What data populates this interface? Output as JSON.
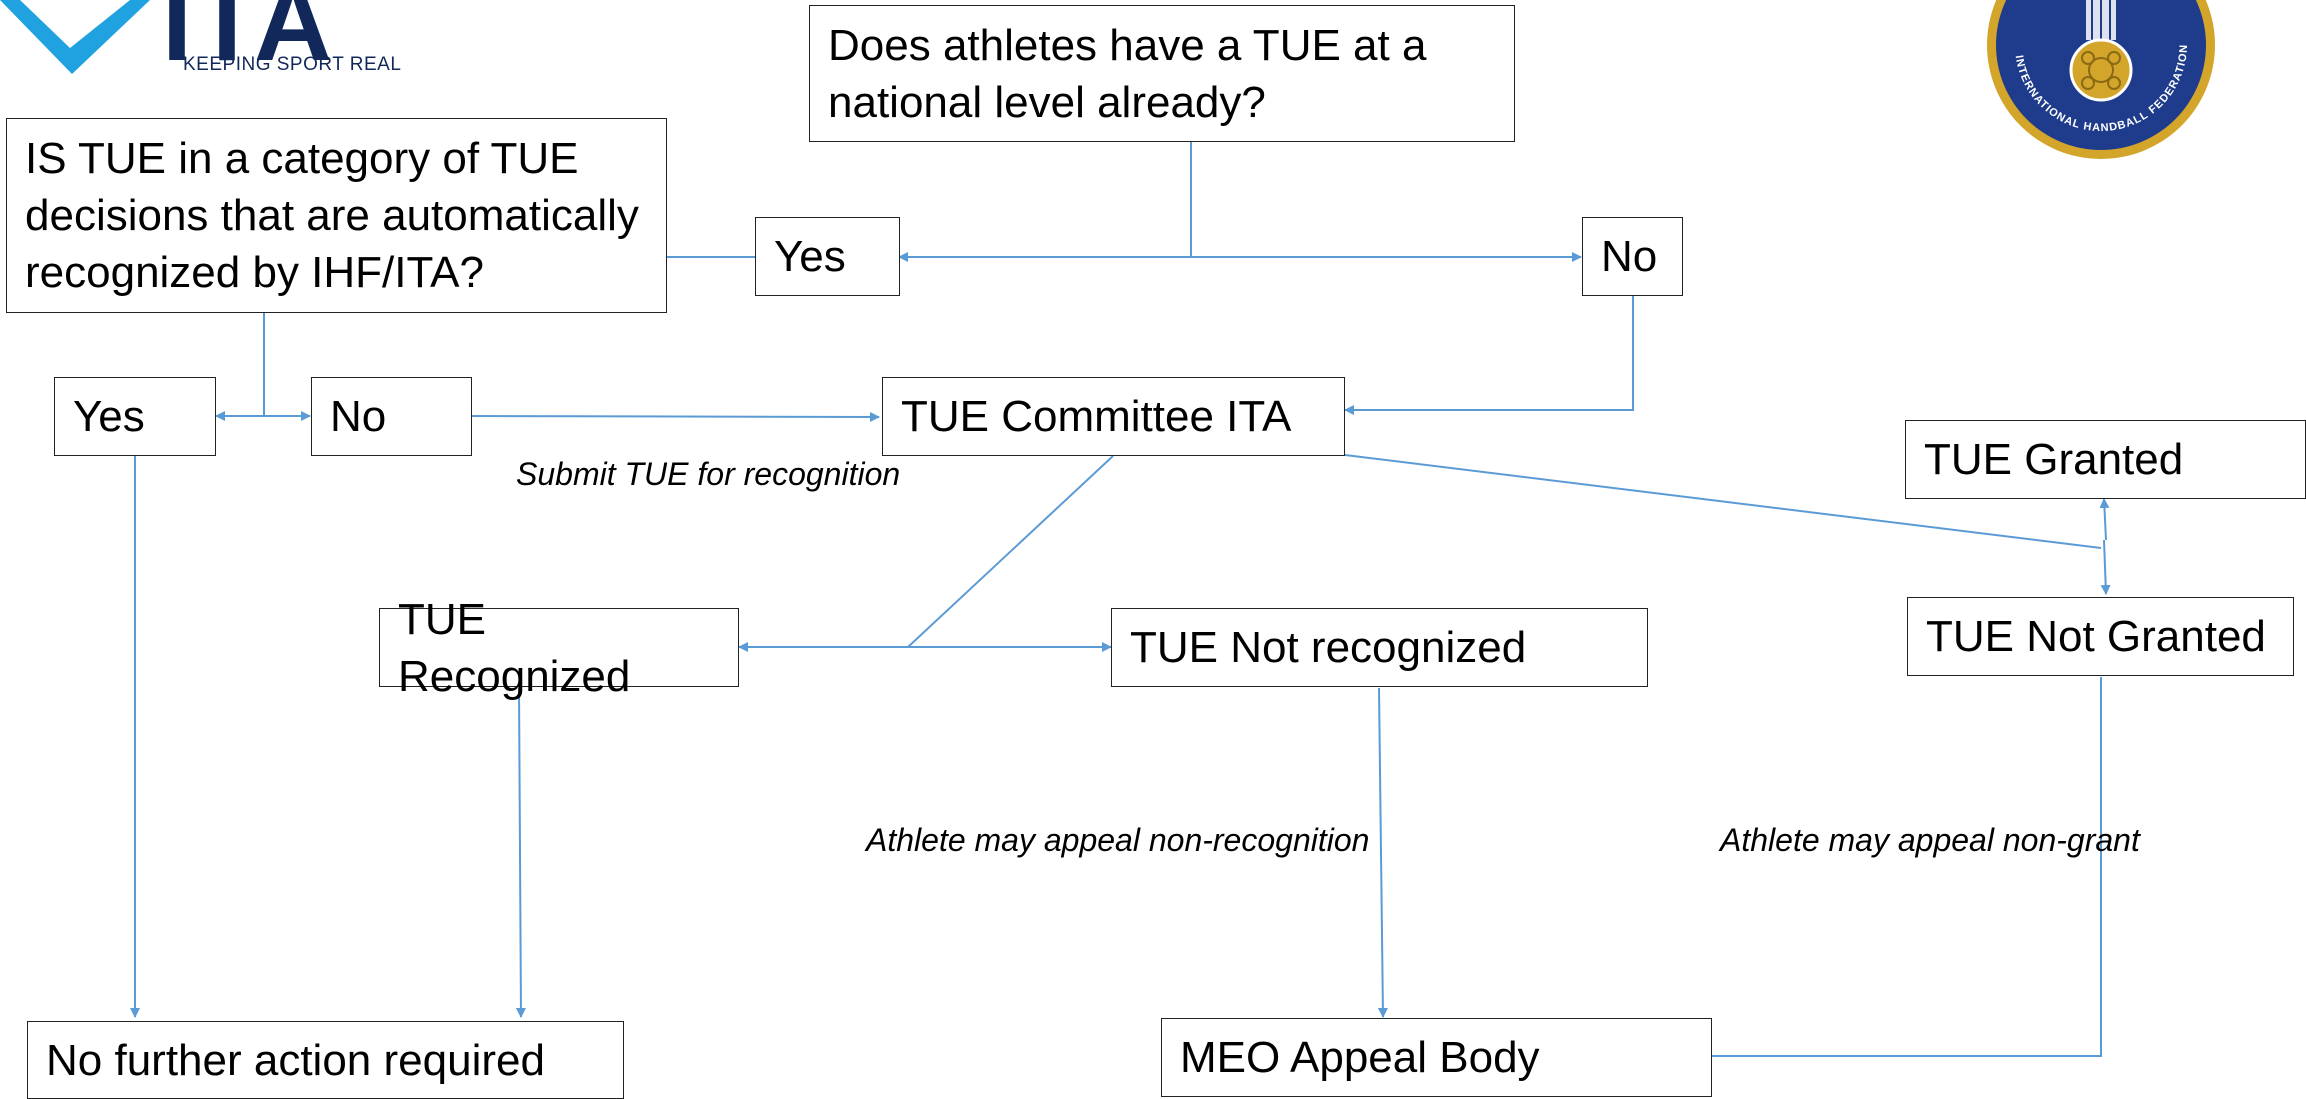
{
  "logos": {
    "ita": {
      "word": "ITA",
      "tagline": "KEEPING SPORT REAL",
      "color": "#12285a",
      "check_color": "#1fa2df"
    },
    "ihf": {
      "ring_text": "INTERNATIONAL HANDBALL FEDERATION",
      "field_color": "#1f3c8c",
      "ring_color": "#d4a52b"
    }
  },
  "boxes": {
    "q_national": "Does athletes have a TUE at a\nnational level already?",
    "yes_1": "Yes",
    "no_1": "No",
    "q_category": "IS TUE in a category of TUE\ndecisions that are automatically\nrecognized by IHF/ITA?",
    "yes_2": "Yes",
    "no_2": "No",
    "committee": "TUE Committee ITA",
    "granted": "TUE Granted",
    "not_granted": "TUE Not Granted",
    "recognized": "TUE Recognized",
    "not_recognized": "TUE Not recognized",
    "no_further": "No further action required",
    "appeal_body": "MEO Appeal Body"
  },
  "notes": {
    "submit": "Submit TUE for recognition",
    "appeal_non_recognition": "Athlete may appeal non-recognition",
    "appeal_non_grant": "Athlete may appeal non-grant"
  },
  "colors": {
    "connector": "#5b9bd5",
    "box_border": "#222222"
  }
}
